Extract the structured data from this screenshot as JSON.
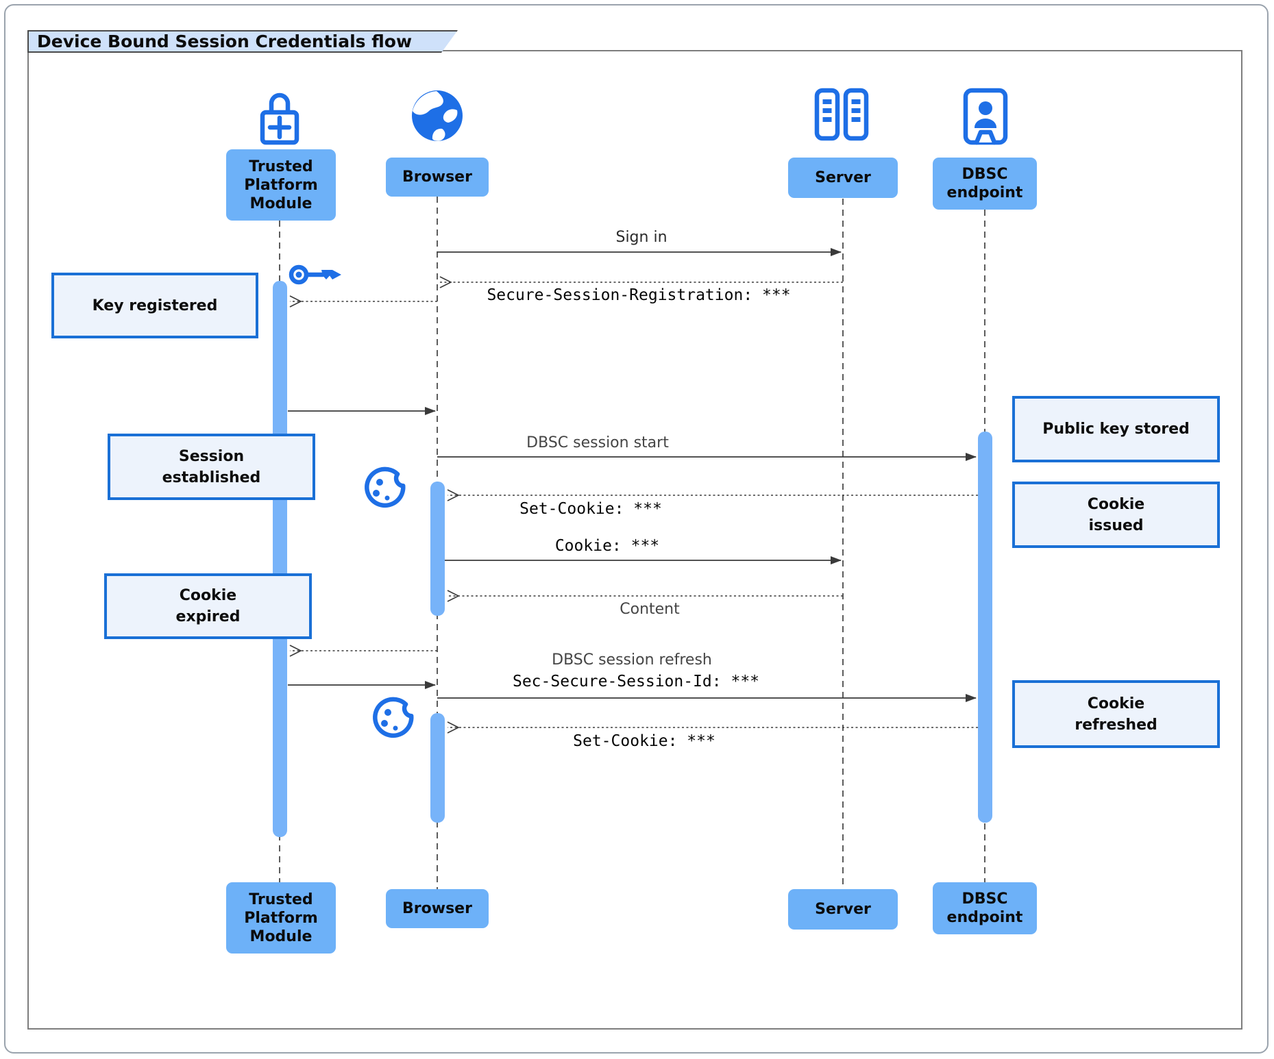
{
  "title": "Device Bound Session Credentials flow",
  "participants": [
    {
      "id": "tpm",
      "label": "Trusted\nPlatform\nModule",
      "icon": "lock-plus-icon"
    },
    {
      "id": "browser",
      "label": "Browser",
      "icon": "globe-icon"
    },
    {
      "id": "server",
      "label": "Server",
      "icon": "server-rack-icon"
    },
    {
      "id": "dbsc",
      "label": "DBSC\nendpoint",
      "icon": "door-person-icon"
    }
  ],
  "messages": [
    {
      "from": "browser",
      "to": "server",
      "label": "Sign in",
      "style": "sans",
      "line": "solid"
    },
    {
      "from": "server",
      "to": "browser",
      "label": "Secure-Session-Registration: ***",
      "style": "mono",
      "line": "dotted"
    },
    {
      "from": "browser",
      "to": "tpm",
      "label": "",
      "style": "sans",
      "line": "dotted"
    },
    {
      "from": "tpm",
      "to": "browser",
      "label": "",
      "style": "sans",
      "line": "solid"
    },
    {
      "from": "browser",
      "to": "dbsc",
      "label": "DBSC session start",
      "style": "sans",
      "line": "solid"
    },
    {
      "from": "dbsc",
      "to": "browser",
      "label": "Set-Cookie: ***",
      "style": "mono",
      "line": "dotted"
    },
    {
      "from": "browser",
      "to": "server",
      "label": "Cookie: ***",
      "style": "mono",
      "line": "solid"
    },
    {
      "from": "server",
      "to": "browser",
      "label": "Content",
      "style": "sans",
      "line": "dotted"
    },
    {
      "from": "browser",
      "to": "tpm",
      "label": "",
      "style": "sans",
      "line": "dotted"
    },
    {
      "from": "tpm",
      "to": "browser",
      "label": "",
      "style": "sans",
      "line": "solid"
    },
    {
      "from": "browser",
      "to": "dbsc",
      "label": "DBSC session refresh",
      "style": "sans",
      "line": "solid"
    },
    {
      "from": "browser",
      "to": "dbsc",
      "label": "Sec-Secure-Session-Id: ***",
      "style": "mono",
      "line": "solid"
    },
    {
      "from": "dbsc",
      "to": "browser",
      "label": "Set-Cookie: ***",
      "style": "mono",
      "line": "dotted"
    }
  ],
  "notes": {
    "key_registered": "Key registered",
    "session_established": "Session\nestablished",
    "cookie_expired": "Cookie\nexpired",
    "public_key_stored": "Public key stored",
    "cookie_issued": "Cookie\nissued",
    "cookie_refreshed": "Cookie\nrefreshed"
  },
  "decorations": [
    "key-icon",
    "cookie-icon",
    "cookie-icon"
  ],
  "colors": {
    "icon_blue": "#1e6fe6",
    "actor_fill": "#6db1f8",
    "activation_fill": "#77b3f9",
    "note_fill": "#edf3fc",
    "note_border": "#1a70d6",
    "title_fill": "#cfe1fa",
    "line_color": "#3a3a3a"
  }
}
